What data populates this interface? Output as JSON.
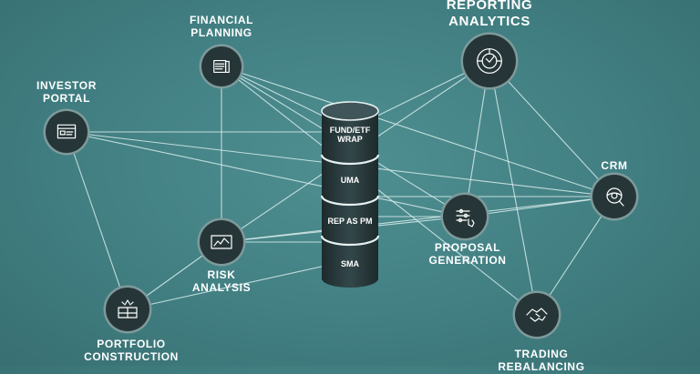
{
  "colors": {
    "background": "#417f82",
    "node_fill": "#263638",
    "node_ring": "#7e9a9b",
    "edge": "#d8ecec",
    "label": "#ffffff"
  },
  "nodes": [
    {
      "id": "financial-planning",
      "label": "FINANCIAL\nPLANNING",
      "icon": "financial-doc-icon"
    },
    {
      "id": "reporting-analytics",
      "label": "REPORTING\nANALYTICS",
      "icon": "target-chart-icon"
    },
    {
      "id": "investor-portal",
      "label": "INVESTOR\nPORTAL",
      "icon": "portal-screen-icon"
    },
    {
      "id": "crm",
      "label": "CRM",
      "icon": "eye-search-icon"
    },
    {
      "id": "proposal-generation",
      "label": "PROPOSAL\nGENERATION",
      "icon": "sliders-hand-icon"
    },
    {
      "id": "risk-analysis",
      "label": "RISK\nANALYSIS",
      "icon": "risk-chart-icon"
    },
    {
      "id": "portfolio-construction",
      "label": "PORTFOLIO\nCONSTRUCTION",
      "icon": "puzzle-icon"
    },
    {
      "id": "trading-rebalancing",
      "label": "TRADING\nREBALANCING",
      "icon": "handshake-icon"
    }
  ],
  "cylinder": {
    "segments": [
      "FUND/ETF\nWRAP",
      "UMA",
      "REP AS PM",
      "SMA"
    ]
  },
  "edges": [
    [
      "financial-planning",
      "cylinder"
    ],
    [
      "financial-planning",
      "proposal-generation"
    ],
    [
      "financial-planning",
      "crm"
    ],
    [
      "financial-planning",
      "risk-analysis"
    ],
    [
      "financial-planning",
      "trading-rebalancing"
    ],
    [
      "reporting-analytics",
      "cylinder"
    ],
    [
      "reporting-analytics",
      "proposal-generation"
    ],
    [
      "reporting-analytics",
      "crm"
    ],
    [
      "reporting-analytics",
      "risk-analysis"
    ],
    [
      "reporting-analytics",
      "trading-rebalancing"
    ],
    [
      "investor-portal",
      "cylinder"
    ],
    [
      "investor-portal",
      "crm"
    ],
    [
      "investor-portal",
      "portfolio-construction"
    ],
    [
      "investor-portal",
      "proposal-generation"
    ],
    [
      "crm",
      "cylinder"
    ],
    [
      "crm",
      "proposal-generation"
    ],
    [
      "crm",
      "risk-analysis"
    ],
    [
      "crm",
      "trading-rebalancing"
    ],
    [
      "proposal-generation",
      "cylinder"
    ],
    [
      "proposal-generation",
      "risk-analysis"
    ],
    [
      "risk-analysis",
      "cylinder"
    ],
    [
      "portfolio-construction",
      "cylinder"
    ],
    [
      "portfolio-construction",
      "risk-analysis"
    ]
  ]
}
